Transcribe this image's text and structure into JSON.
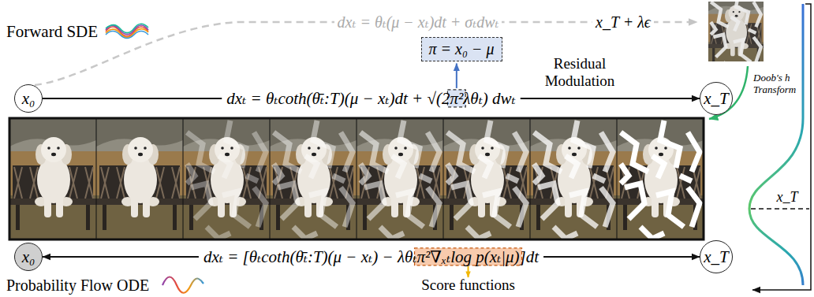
{
  "diagram": {
    "nodes": [
      {
        "text": [
          "π = x₀ − μ"
        ]
      },
      {
        "text": [
          "x₀"
        ]
      },
      {
        "text": [
          "x_T"
        ]
      },
      {
        "text": [
          "x₀"
        ]
      },
      {
        "text": [
          "x_T"
        ]
      }
    ],
    "edges": [
      {
        "from": 1,
        "to": 2,
        "arrow": "to",
        "label": "dxₜ = θₜcoth(θ̄ₜ:T)(μ − xₜ)dt + √(2π²λθₜ) dwₜ"
      },
      {
        "from": 4,
        "to": 3,
        "arrow": "both",
        "label": "dxₜ = [θₜcoth(θ̄ₜ:T)(μ − xₜ) − λθₜπ²∇ₓₜlog p(xₜ|μ)]dt"
      }
    ],
    "labels": [
      "Forward SDE",
      "dxₜ = θₜ(μ − xₜ)dt + σₜdwₜ",
      "x_T + λϵ",
      "Residual Modulation",
      "Doob's h Transform",
      "x_T",
      "Score functions",
      "Probability Flow ODE"
    ]
  }
}
